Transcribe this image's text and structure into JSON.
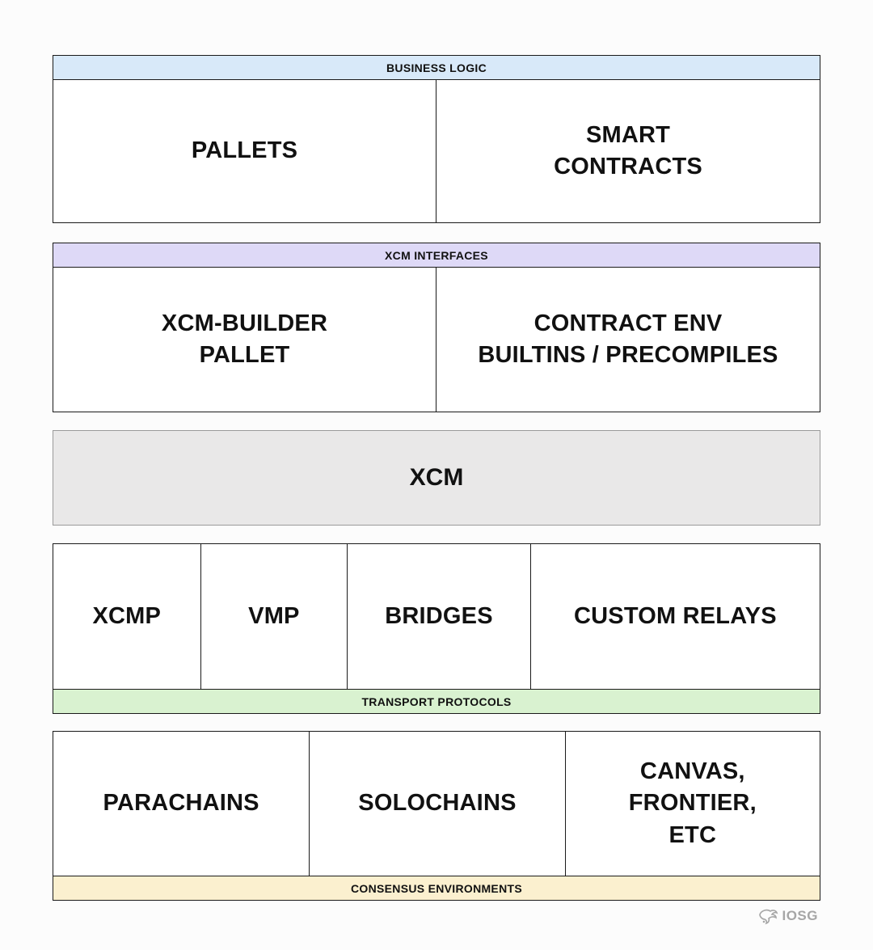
{
  "page": {
    "background": "#fcfcfc",
    "border_color": "#1a1a1a"
  },
  "layers": {
    "business_logic": {
      "title": "BUSINESS LOGIC",
      "band_color": "#d8e9f9",
      "band_position": "top",
      "cells": [
        {
          "label": "PALLETS"
        },
        {
          "label": "SMART\nCONTRACTS"
        }
      ]
    },
    "xcm_interfaces": {
      "title": "XCM INTERFACES",
      "band_color": "#ded9f7",
      "band_position": "top",
      "cells": [
        {
          "label": "XCM-BUILDER\nPALLET"
        },
        {
          "label": "CONTRACT ENV\nBUILTINS / PRECOMPILES"
        }
      ]
    },
    "xcm": {
      "label": "XCM",
      "fill_color": "#e9e8e8"
    },
    "transport_protocols": {
      "title": "TRANSPORT PROTOCOLS",
      "band_color": "#d9f2d0",
      "band_position": "bottom",
      "cells": [
        {
          "label": "XCMP"
        },
        {
          "label": "VMP"
        },
        {
          "label": "BRIDGES"
        },
        {
          "label": "CUSTOM RELAYS"
        }
      ]
    },
    "consensus_environments": {
      "title": "CONSENSUS ENVIRONMENTS",
      "band_color": "#fbf0cf",
      "band_position": "bottom",
      "cells": [
        {
          "label": "PARACHAINS"
        },
        {
          "label": "SOLOCHAINS"
        },
        {
          "label": "CANVAS,\nFRONTIER,\nETC"
        }
      ]
    }
  },
  "watermark": {
    "label": "IOSG",
    "icon": "iosg-bird-icon",
    "color": "#a6a6a6"
  }
}
